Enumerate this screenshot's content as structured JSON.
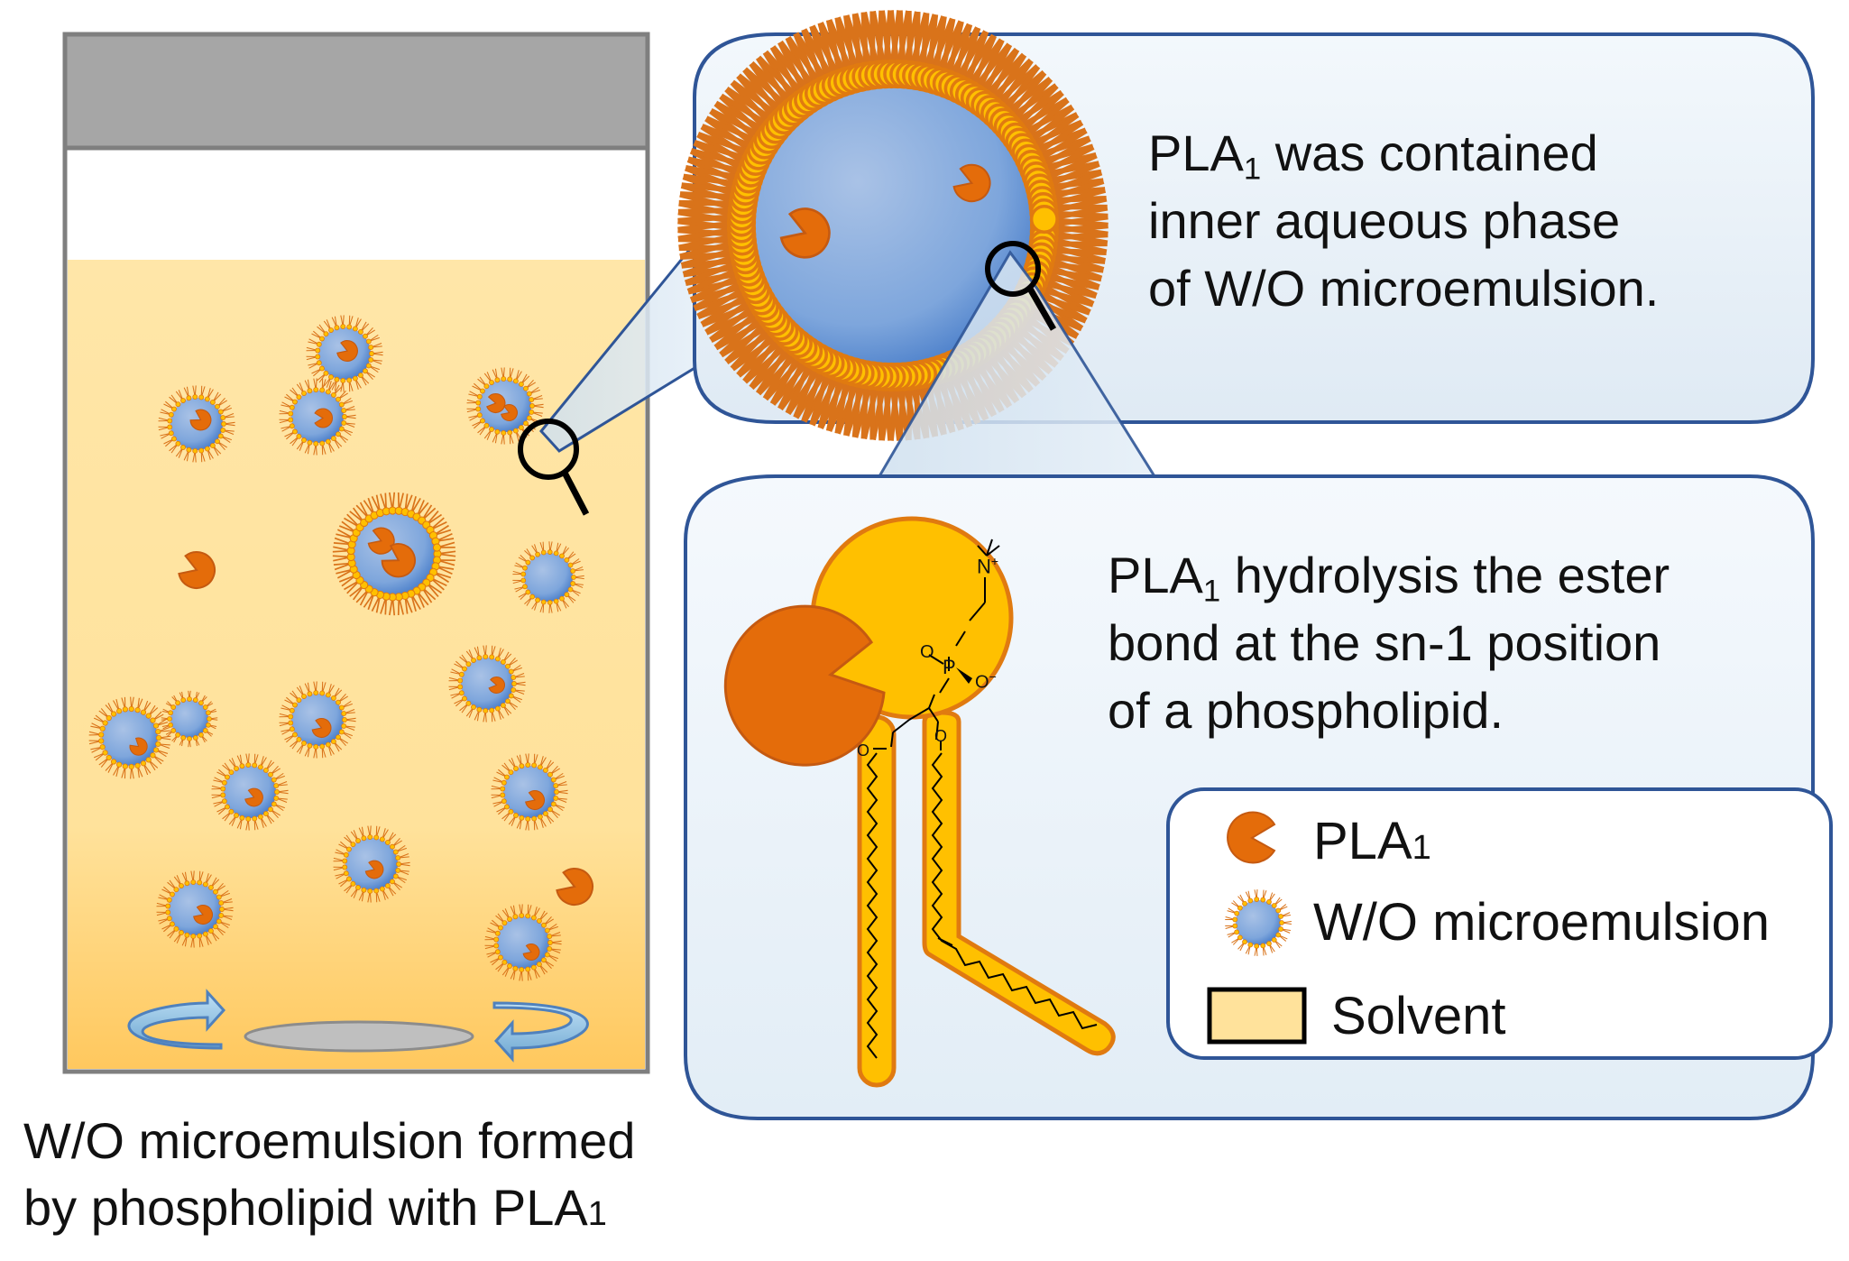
{
  "colors": {
    "solvent": "#ffe29b",
    "solvent_deep": "#ffcf73",
    "lid": "#a6a6a6",
    "container_border": "#7f7f7f",
    "lipid_head": "#ffc000",
    "lipid_edge": "#e07a10",
    "water_core": "#7ea6dc",
    "water_core_dark": "#3a72c4",
    "enzyme": "#e46c0a",
    "panel_border": "#2f5597",
    "stir_arrow": "#9ec8e8",
    "stir_bar": "#bfbfbf"
  },
  "icons": {
    "enzyme": "pac-man-shape",
    "micelle": "reverse-micelle-icon",
    "magnifier": "magnifier-icon",
    "stir": "rotation-arrow-icon",
    "legend_swatch": "solvent-swatch"
  },
  "top_panel": {
    "line1_main": "PLA",
    "line1_sub": "1",
    "line1_rest": " was contained",
    "line2": "inner aqueous phase",
    "line3": "of W/O microemulsion."
  },
  "bottom_panel": {
    "line1_main": "PLA",
    "line1_sub": "1",
    "line1_rest": " hydrolysis the ester",
    "line2": "bond at the sn-1 position",
    "line3": "of a phospholipid."
  },
  "legend": {
    "pla1_main": "PLA",
    "pla1_sub": "1",
    "micro": "W/O microemulsion",
    "solvent": "Solvent"
  },
  "caption": {
    "line1": "W/O microemulsion formed",
    "line2_main": "by phospholipid with PLA",
    "line2_sub": "1"
  },
  "chem": {
    "n_plus": "N",
    "n_charge": "+",
    "p": "P",
    "o": "O",
    "o_minus": "O",
    "minus": "−",
    "o_ester1": "O",
    "o_ester2": "O"
  }
}
